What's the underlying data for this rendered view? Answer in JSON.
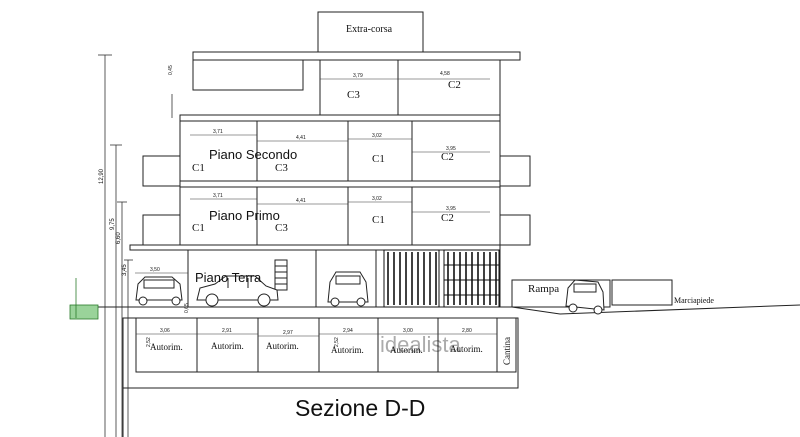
{
  "drawing": {
    "title": "Sezione D-D",
    "extra_corsa": "Extra-corsa",
    "rampa": "Rampa",
    "marciapiede": "Marciapiede",
    "floors": {
      "piano_secondo": "Piano Secondo",
      "piano_primo": "Piano Primo",
      "piano_terra": "Piano Terra"
    },
    "rooms": {
      "top": [
        "C3",
        "C2"
      ],
      "second": [
        "C1",
        "C3",
        "C1",
        "C2"
      ],
      "first": [
        "C1",
        "C3",
        "C1",
        "C2"
      ]
    },
    "dimensions": {
      "top": [
        "3,79",
        "4,58"
      ],
      "second": [
        "3,71",
        "4,41",
        "3,02",
        "3,95"
      ],
      "first": [
        "3,71",
        "4,41",
        "3,02",
        "3,95"
      ],
      "ground": [
        "3,50"
      ],
      "basement": [
        "3,06",
        "2,91",
        "2,97",
        "2,94",
        "3,00",
        "2,80"
      ],
      "levels": [
        "12,90",
        "9,75",
        "6,60",
        "3,45",
        "0,65",
        "0,45"
      ],
      "basement_height": [
        "2,52",
        "2,52"
      ]
    },
    "basement": {
      "garages": [
        "Autorim.",
        "Autorim.",
        "Autorim.",
        "Autorim.",
        "Autorim.",
        "Autorim."
      ],
      "cantina": "Cantina"
    },
    "watermark": "idealista"
  }
}
